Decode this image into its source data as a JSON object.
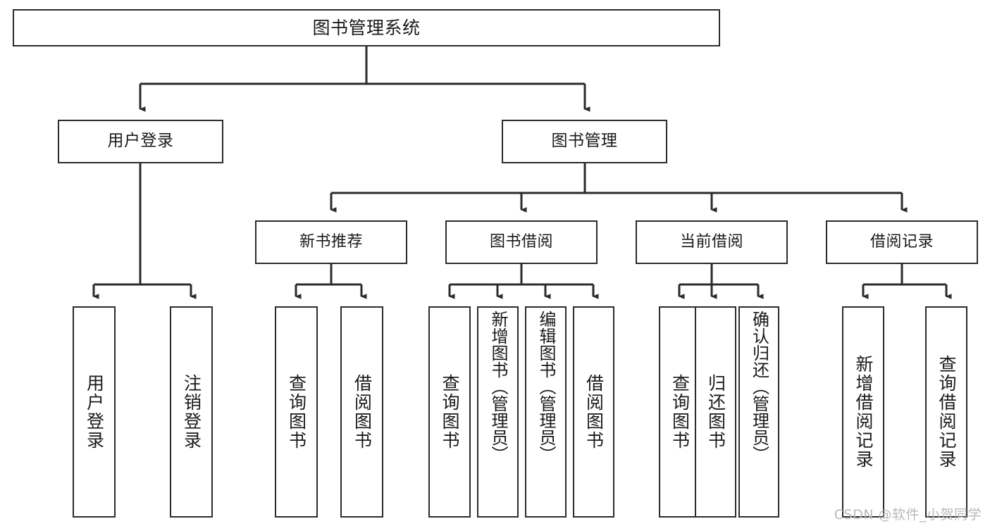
{
  "diagram": {
    "title": "图书管理系统",
    "type": "tree-hierarchy",
    "root": {
      "label": "图书管理系统"
    },
    "level2": [
      {
        "label": "用户登录"
      },
      {
        "label": "图书管理"
      }
    ],
    "level3": [
      {
        "label": "新书推荐"
      },
      {
        "label": "图书借阅"
      },
      {
        "label": "当前借阅"
      },
      {
        "label": "借阅记录"
      }
    ],
    "leaves": [
      {
        "label": "用户登录"
      },
      {
        "label": "注销登录"
      },
      {
        "label": "查询图书"
      },
      {
        "label": "借阅图书"
      },
      {
        "label": "查询图书"
      },
      {
        "label": "新增图书（管理员）"
      },
      {
        "label": "编辑图书（管理员）"
      },
      {
        "label": "借阅图书"
      },
      {
        "label": "查询图书"
      },
      {
        "label": "归还图书"
      },
      {
        "label": "确认归还（管理员）"
      },
      {
        "label": "新增借阅记录"
      },
      {
        "label": "查询借阅记录"
      }
    ]
  },
  "watermark": {
    "text": "CSDN @软件_小贺同学"
  },
  "colors": {
    "background": "#ffffff",
    "box_border": "#2b2b2b",
    "text": "#1a1a1a",
    "connector": "#2b2b2b",
    "watermark": "#b9b9b9"
  }
}
